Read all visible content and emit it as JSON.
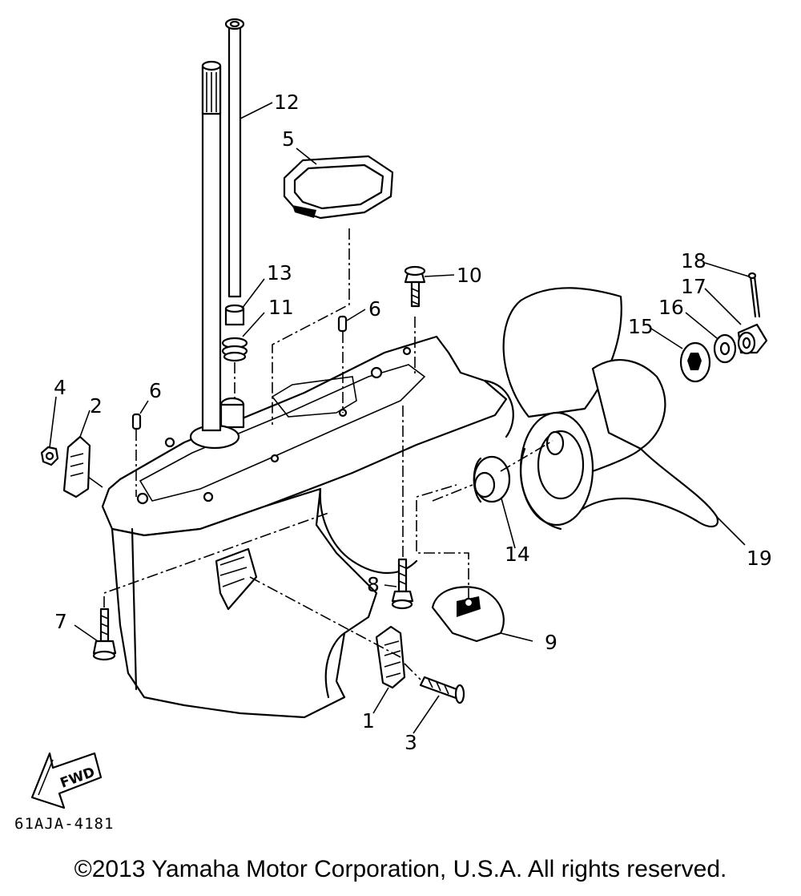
{
  "diagram": {
    "callouts": [
      {
        "id": "c1",
        "text": "1"
      },
      {
        "id": "c2",
        "text": "2"
      },
      {
        "id": "c3",
        "text": "3"
      },
      {
        "id": "c4",
        "text": "4"
      },
      {
        "id": "c5",
        "text": "5"
      },
      {
        "id": "c6a",
        "text": "6"
      },
      {
        "id": "c6b",
        "text": "6"
      },
      {
        "id": "c7",
        "text": "7"
      },
      {
        "id": "c8",
        "text": "8"
      },
      {
        "id": "c9",
        "text": "9"
      },
      {
        "id": "c10",
        "text": "10"
      },
      {
        "id": "c11",
        "text": "11"
      },
      {
        "id": "c12",
        "text": "12"
      },
      {
        "id": "c13",
        "text": "13"
      },
      {
        "id": "c14",
        "text": "14"
      },
      {
        "id": "c15",
        "text": "15"
      },
      {
        "id": "c16",
        "text": "16"
      },
      {
        "id": "c17",
        "text": "17"
      },
      {
        "id": "c18",
        "text": "18"
      },
      {
        "id": "c19",
        "text": "19"
      }
    ],
    "fwd_label": "FWD",
    "drawing_code": "61AJA-4181"
  },
  "footer": {
    "copyright": "©2013 Yamaha Motor Corporation, U.S.A. All rights reserved."
  }
}
